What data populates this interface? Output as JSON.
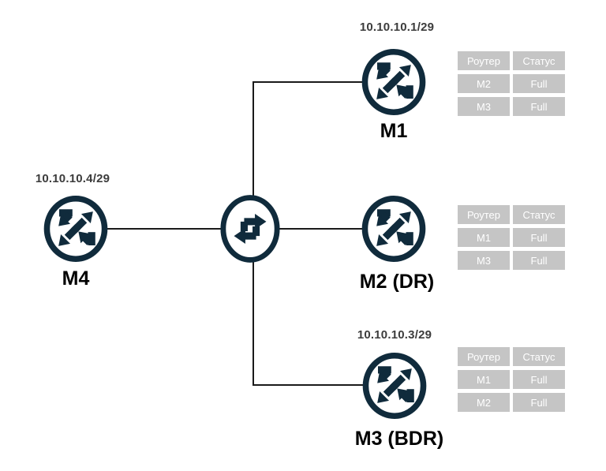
{
  "nodes": {
    "m1": {
      "ip": "10.10.10.1/29",
      "label": "M1"
    },
    "m2": {
      "label": "M2 (DR)"
    },
    "m3": {
      "ip": "10.10.10.3/29",
      "label": "M3 (BDR)"
    },
    "m4": {
      "ip": "10.10.10.4/29",
      "label": "M4"
    }
  },
  "tables": {
    "m1": {
      "headers": [
        "Роутер",
        "Статус"
      ],
      "rows": [
        [
          "M2",
          "Full"
        ],
        [
          "M3",
          "Full"
        ]
      ]
    },
    "m2": {
      "headers": [
        "Роутер",
        "Статус"
      ],
      "rows": [
        [
          "M1",
          "Full"
        ],
        [
          "M3",
          "Full"
        ]
      ]
    },
    "m3": {
      "headers": [
        "Роутер",
        "Статус"
      ],
      "rows": [
        [
          "M1",
          "Full"
        ],
        [
          "M2",
          "Full"
        ]
      ]
    }
  },
  "icons": {
    "router": "router-icon",
    "switch": "switch-icon"
  },
  "colors": {
    "navy": "#102b3c",
    "line": "#1a1a1a",
    "cell_bg": "#c5c5c5",
    "cell_text": "#ffffff",
    "ip_text": "#3c3c3c",
    "label_text": "#000000"
  }
}
